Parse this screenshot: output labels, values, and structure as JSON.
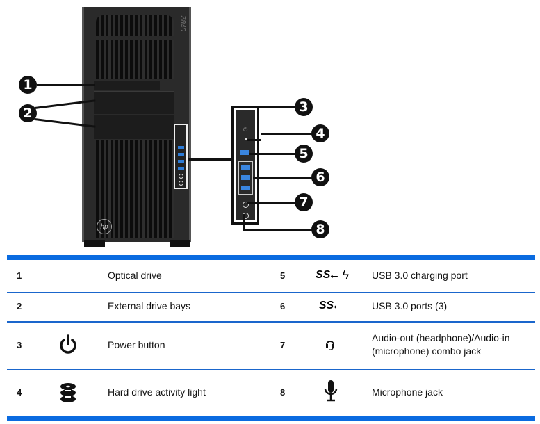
{
  "figure": {
    "logo_text": "hp",
    "model_text": "Z840",
    "callouts": [
      "1",
      "2",
      "3",
      "4",
      "5",
      "6",
      "7",
      "8"
    ]
  },
  "table": {
    "rows": [
      {
        "left": {
          "num": "1",
          "icon": "",
          "label": "Optical drive"
        },
        "right": {
          "num": "5",
          "icon": "usb-superspeed-charging-icon",
          "label": "USB 3.0 charging port"
        }
      },
      {
        "left": {
          "num": "2",
          "icon": "",
          "label": "External drive bays"
        },
        "right": {
          "num": "6",
          "icon": "usb-superspeed-icon",
          "label": "USB 3.0 ports (3)"
        }
      },
      {
        "left": {
          "num": "3",
          "icon": "power-icon",
          "label": "Power button"
        },
        "right": {
          "num": "7",
          "icon": "headset-icon",
          "label": "Audio-out (headphone)/Audio-in (microphone) combo jack"
        }
      },
      {
        "left": {
          "num": "4",
          "icon": "hard-drive-icon",
          "label": "Hard drive activity light"
        },
        "right": {
          "num": "8",
          "icon": "microphone-icon",
          "label": "Microphone jack"
        }
      }
    ],
    "usb_text": "SS",
    "accent_color": "#0a6be0"
  }
}
